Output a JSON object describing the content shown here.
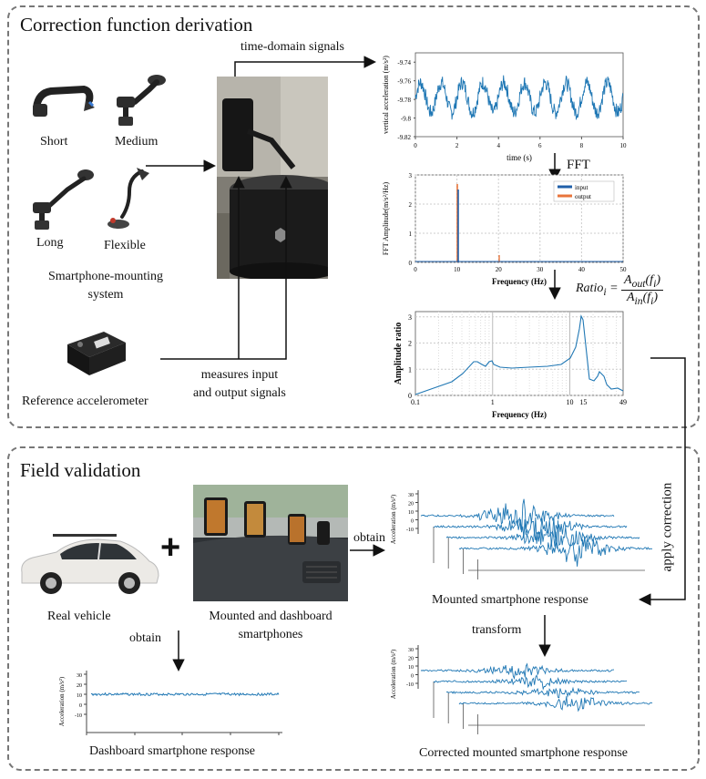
{
  "sections": {
    "top_title": "Correction function derivation",
    "bottom_title": "Field validation"
  },
  "mounts": {
    "short": "Short",
    "medium": "Medium",
    "long": "Long",
    "flexible": "Flexible",
    "system_label_line1": "Smartphone-mounting",
    "system_label_line2": "system"
  },
  "reference": {
    "label": "Reference accelerometer",
    "measures_line1": "measures input",
    "measures_line2": "and output signals"
  },
  "flow": {
    "time_domain": "time-domain signals",
    "fft": "FFT",
    "ratio_formula": "Ratio_i = A_out(f_i) / A_in(f_i)",
    "apply_correction": "apply correction",
    "obtain": "obtain",
    "transform": "transform",
    "plus": "+"
  },
  "time_plot": {
    "ylabel": "vertical acceleration (m/s²)",
    "xlabel": "time (s)",
    "yticks": [
      "-9.74",
      "-9.76",
      "-9.78",
      "-9.8",
      "-9.82"
    ],
    "xticks": [
      "0",
      "2",
      "4",
      "6",
      "8",
      "10"
    ],
    "xlim": [
      0,
      10
    ],
    "ylim": [
      -9.82,
      -9.73
    ],
    "color": "#1f77b4"
  },
  "fft_plot": {
    "ylabel": "FFT Amplitude(m/s²/Hz)",
    "xlabel": "Frequency (Hz)",
    "yticks": [
      "0",
      "1",
      "2",
      "3"
    ],
    "xticks": [
      "0",
      "10",
      "20",
      "30",
      "40",
      "50"
    ],
    "legend": [
      "input",
      "output"
    ],
    "colors": [
      "#1f5fa8",
      "#e8743b"
    ]
  },
  "ratio_plot": {
    "ylabel": "Amplitude ratio",
    "xlabel": "Frequency (Hz)",
    "yticks": [
      "0",
      "1",
      "2",
      "3"
    ],
    "xticks": [
      "0.1",
      "1",
      "10",
      "15",
      "49"
    ]
  },
  "vehicle": {
    "real_vehicle": "Real vehicle",
    "phones_line1": "Mounted and dashboard",
    "phones_line2": "smartphones"
  },
  "response_plots": {
    "ylabel": "Acceleration (m/s²)",
    "yticks": [
      "30",
      "20",
      "10",
      "0",
      "-10"
    ],
    "mounted_title": "Mounted smartphone response",
    "dashboard_title": "Dashboard smartphone response",
    "corrected_title": "Corrected mounted smartphone response"
  }
}
